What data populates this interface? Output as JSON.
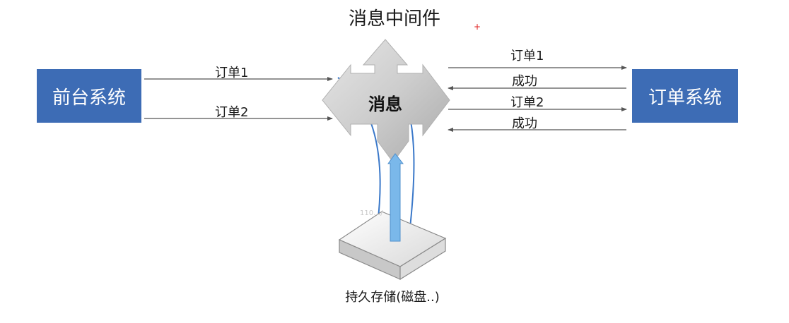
{
  "title": "消息中间件",
  "frontend_system": "前台系统",
  "order_system": "订单系统",
  "center_label": "消息",
  "left_arrows": [
    "订单1",
    "订单2"
  ],
  "right_arrows": [
    "订单1",
    "成功",
    "订单2",
    "成功"
  ],
  "storage_label": "持久存储(磁盘..)",
  "watermark": "110…/",
  "colors": {
    "system_box": "#3d6cb5",
    "arrow_gray": "#8a8a8a",
    "cross_gray": "#c9c9c9",
    "persist_blue": "#7ab8ea",
    "curve_blue": "#3a78c9",
    "marker": "#e02020"
  }
}
